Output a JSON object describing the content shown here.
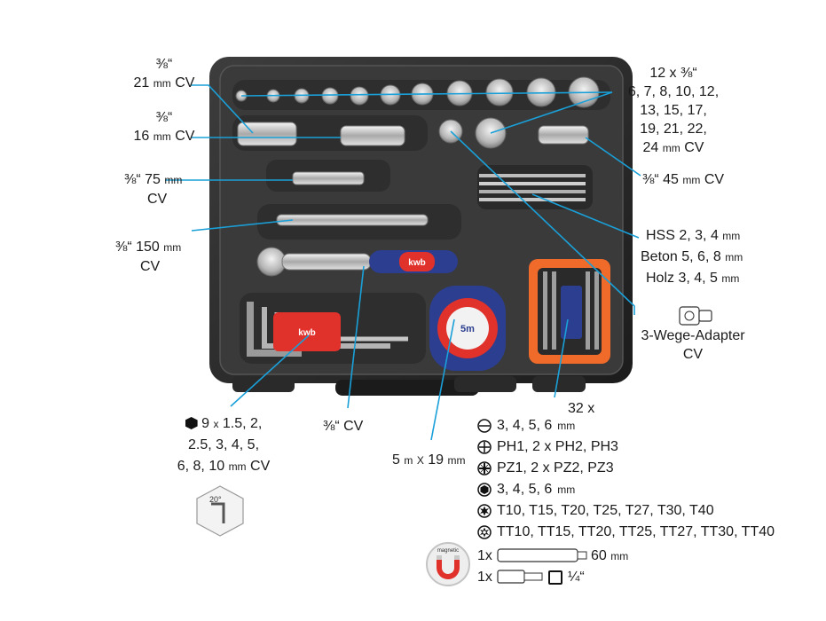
{
  "labels": {
    "socket_21": {
      "frac": "⅜“",
      "size": "21",
      "unit": "mm",
      "suffix": "CV"
    },
    "socket_16": {
      "frac": "⅜“",
      "size": "16",
      "unit": "mm",
      "suffix": "CV"
    },
    "ext_75": {
      "frac": "⅜“",
      "size": "75",
      "unit": "mm",
      "suffix": "CV"
    },
    "ext_150": {
      "frac": "⅜“",
      "size": "150",
      "unit": "mm",
      "suffix": "CV"
    },
    "sockets_12": {
      "line1": "12 x ⅜“",
      "line2": "6, 7, 8, 10, 12,",
      "line3": "13, 15, 17,",
      "line4": "19, 21, 22,",
      "line5_num": "24",
      "unit": "mm",
      "suffix": "CV"
    },
    "joint_45": {
      "frac": "⅜“",
      "size": "45",
      "unit": "mm",
      "suffix": "CV"
    },
    "drills": {
      "r1_name": "HSS",
      "r1_vals": "2, 3, 4",
      "r2_name": "Beton",
      "r2_vals": "5, 6, 8",
      "r3_name": "Holz",
      "r3_vals": "3, 4, 5",
      "unit": "mm"
    },
    "adapter": {
      "line1": "3-Wege-Adapter",
      "line2": "CV"
    },
    "hex_keys": {
      "line1_num": "9",
      "line1_x": "x",
      "line1_vals": "1.5, 2,",
      "line2": "2.5, 3, 4, 5,",
      "line3": "6, 8, 10",
      "unit": "mm",
      "suffix": "CV"
    },
    "ratchet": {
      "frac": "⅜“",
      "suffix": "CV"
    },
    "tape": {
      "size": "5",
      "unit1": "m",
      "x": "X",
      "width": "19",
      "unit2": "mm"
    },
    "bits_count": "32 x",
    "angle_badge": "20°"
  },
  "legend": [
    {
      "icon": "slotted-icon",
      "text": "3, 4, 5, 6",
      "unit": "mm"
    },
    {
      "icon": "phillips-icon",
      "text": "PH1, 2 x PH2, PH3",
      "unit": ""
    },
    {
      "icon": "pozidriv-icon",
      "text": "PZ1, 2 x PZ2, PZ3",
      "unit": ""
    },
    {
      "icon": "hex-bit-icon",
      "text": "3, 4, 5, 6",
      "unit": "mm"
    },
    {
      "icon": "torx-icon",
      "text": "T10, T15, T20, T25, T27, T30, T40",
      "unit": ""
    },
    {
      "icon": "torx-tamper-icon",
      "text": "TT10, TT15, TT20, TT25, TT27, TT30, TT40",
      "unit": ""
    }
  ],
  "bit_holder": {
    "qty": "1x",
    "len": "60",
    "unit": "mm"
  },
  "bit_adapter": {
    "qty": "1x",
    "size": "¼“"
  },
  "magnet_badge": "magnetic",
  "brand": "kwb",
  "tape_face": "5m",
  "colors": {
    "case": "#2a2a2a",
    "foam": "#3b3b3b",
    "leader": "#1aa0d8",
    "red": "#e0312b",
    "blue": "#2c3e8f",
    "orange": "#f06a2a"
  }
}
